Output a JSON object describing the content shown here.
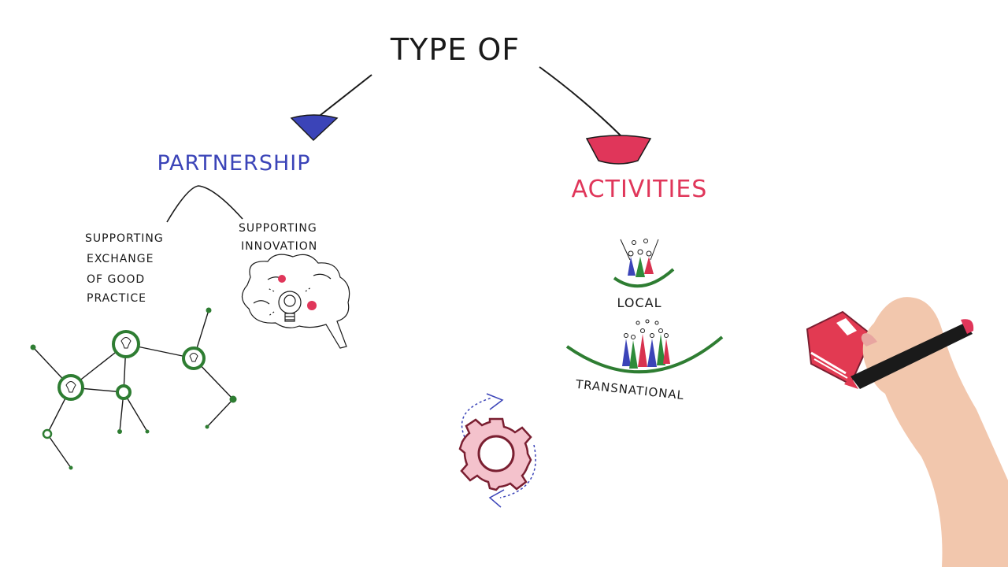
{
  "title": "TYPE OF",
  "partnership": {
    "label": "PARTNERSHIP",
    "children": [
      {
        "label_lines": [
          "SUPPORTING",
          "EXCHANGE",
          "OF GOOD",
          "PRACTICE"
        ]
      },
      {
        "label_lines": [
          "SUPPORTING",
          "INNOVATION"
        ]
      }
    ]
  },
  "activities": {
    "label": "ACTIVITIES",
    "children": [
      {
        "label": "LOCAL"
      },
      {
        "label": "TRANSNATIONAL"
      }
    ]
  },
  "colors": {
    "ink": "#1a1a1a",
    "partnership_blue": "#3b44b8",
    "activities_red": "#e0365a",
    "network_green": "#2e7d32",
    "people_blue": "#3b44b8",
    "people_green": "#2e8b3a",
    "people_red": "#d8324f",
    "book_red": "#e23a52",
    "skin": "#f2c7ad"
  },
  "icons": {
    "partnership_funnel": "funnel-icon",
    "activities_funnel": "funnel-icon",
    "network": "network-icon",
    "brain": "brain-lightbulb-icon",
    "gear": "gear-cycle-icon",
    "local_people": "people-group-icon",
    "transnational_people": "people-group-icon",
    "book": "book-icon",
    "hand": "hand-with-marker-icon"
  }
}
